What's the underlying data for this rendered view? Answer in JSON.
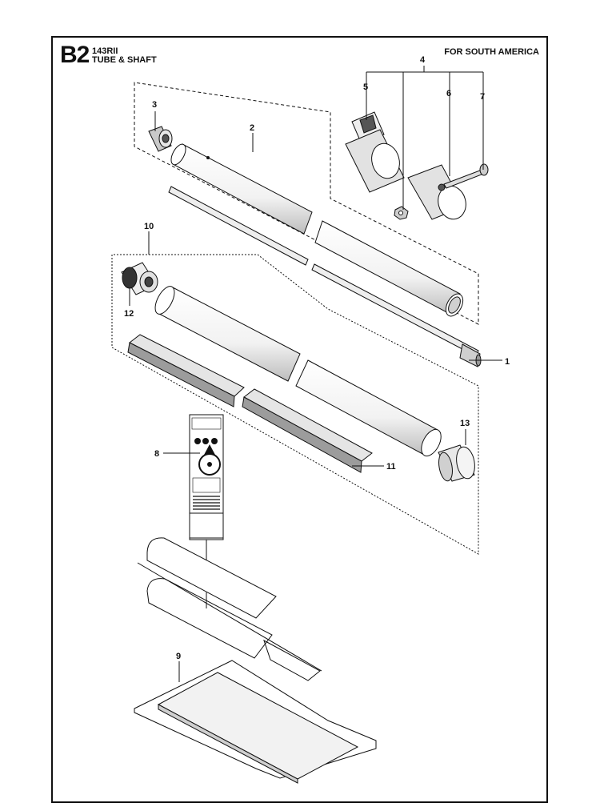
{
  "header": {
    "sheet_code": "B2",
    "model": "143RII",
    "title": "TUBE & SHAFT",
    "market": "FOR SOUTH AMERICA"
  },
  "callouts": {
    "c1": "1",
    "c2": "2",
    "c3": "3",
    "c4": "4",
    "c5": "5",
    "c6": "6",
    "c7": "7",
    "c8": "8",
    "c9": "9",
    "c10": "10",
    "c11": "11",
    "c12": "12",
    "c13": "13"
  },
  "colors": {
    "ink": "#111111",
    "shade": "#d9d9d9",
    "dark_shade": "#8c8c8c"
  }
}
